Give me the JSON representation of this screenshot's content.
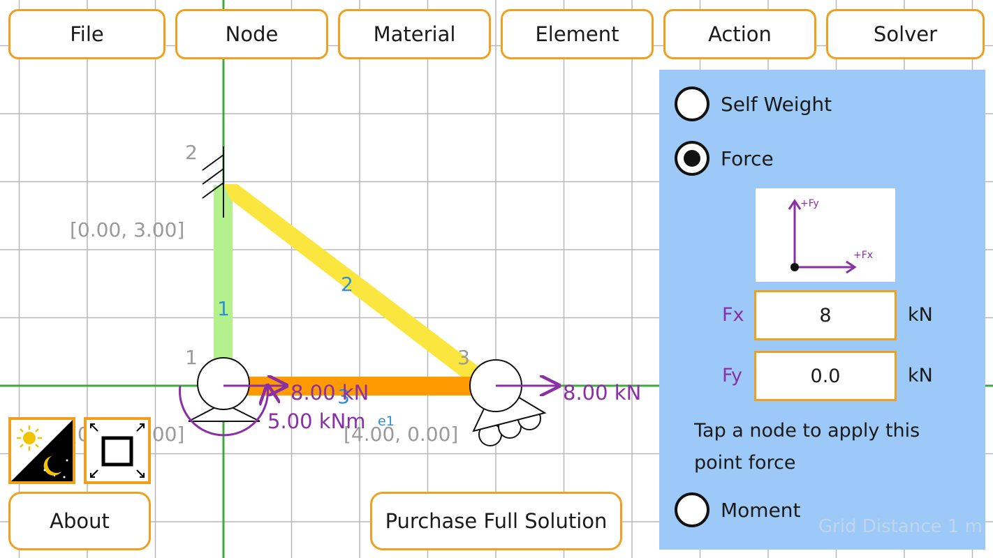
{
  "menu": {
    "file": "File",
    "node": "Node",
    "material": "Material",
    "element": "Element",
    "action": "Action",
    "solver": "Solver"
  },
  "buttons": {
    "about": "About",
    "purchase": "Purchase Full Solution"
  },
  "icons": {
    "theme_toggle": "sun-moon-icon",
    "fullscreen": "expand-icon"
  },
  "canvas": {
    "nodes": [
      {
        "id": "1",
        "coord_label": "[0.00, 0.00]"
      },
      {
        "id": "2",
        "coord_label": "[0.00, 3.00]"
      },
      {
        "id": "3",
        "coord_label": "[4.00, 0.00]"
      }
    ],
    "elements": [
      {
        "id": "1",
        "color": "#b4f08c"
      },
      {
        "id": "2",
        "color": "#fbe640"
      },
      {
        "id": "3",
        "color": "#ff9a00"
      }
    ],
    "loads": {
      "force_node1": "8.00 kN",
      "force_node3": "8.00 kN",
      "moment_node1": "5.00 kNm"
    },
    "material_tag": "e1",
    "colors": {
      "axis": "#3fa83f",
      "grid": "#b8b8b8",
      "load": "#8a2fa6",
      "node_label": "#9a9a9a",
      "element_label": "#2e8fd6"
    }
  },
  "panel": {
    "options": [
      {
        "label": "Self Weight",
        "selected": false
      },
      {
        "label": "Force",
        "selected": true
      },
      {
        "label": "Moment",
        "selected": false
      }
    ],
    "diagram": {
      "fy_label": "+Fy",
      "fx_label": "+Fx"
    },
    "fx": {
      "label": "Fx",
      "value": "8",
      "unit": "kN"
    },
    "fy": {
      "label": "Fy",
      "value": "0.0",
      "unit": "kN"
    },
    "hint": "Tap a node to apply this point force",
    "grid_distance": "Grid Distance  1 m"
  }
}
